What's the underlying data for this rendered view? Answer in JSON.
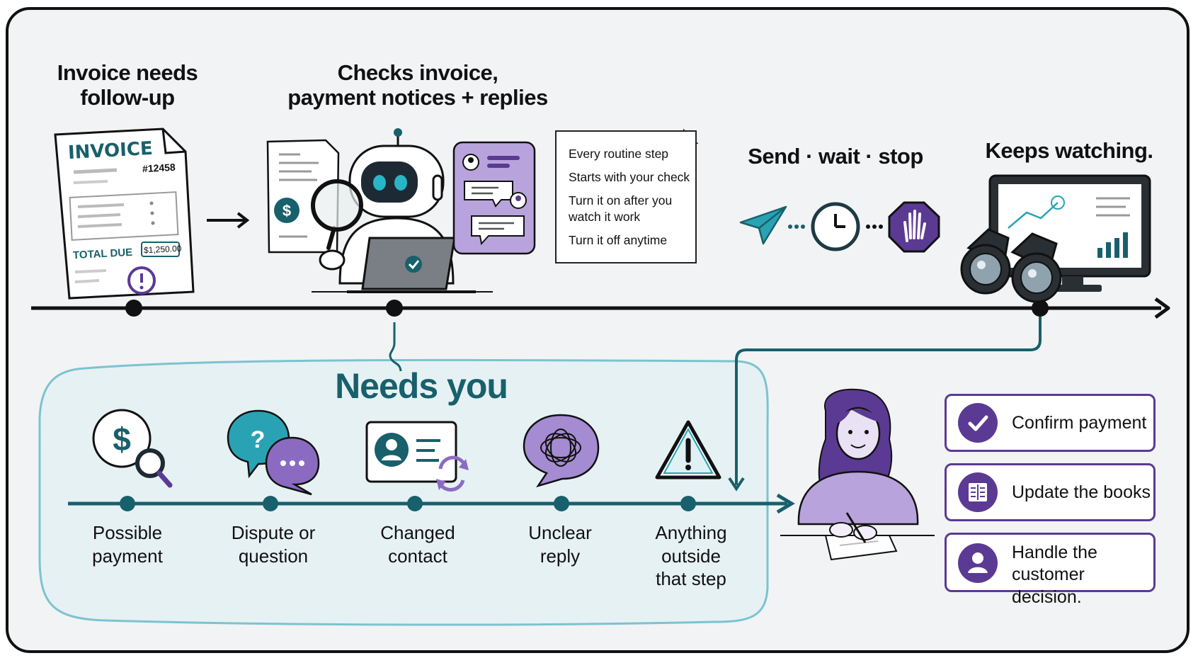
{
  "steps": {
    "invoice_title": "Invoice needs\nfollow-up",
    "check_title": "Checks invoice,\npayment notices + replies",
    "send_title": "Send · wait · stop",
    "watch_title": "Keeps watching."
  },
  "invoice": {
    "heading": "INVOICE",
    "number": "#12458",
    "total_label": "TOTAL DUE",
    "total_amount": "$1,250.00"
  },
  "note": {
    "lines": [
      "Every routine step",
      "Starts with your check",
      "Turn it on after you\nwatch it work",
      "Turn it off anytime"
    ]
  },
  "needs_you": {
    "title": "Needs you",
    "items": [
      {
        "label": "Possible\npayment",
        "icon": "dollar-magnifier-icon"
      },
      {
        "label": "Dispute or\nquestion",
        "icon": "question-chat-icon"
      },
      {
        "label": "Changed\ncontact",
        "icon": "contact-card-refresh-icon"
      },
      {
        "label": "Unclear\nreply",
        "icon": "tangled-speech-icon"
      },
      {
        "label": "Anything\noutside\nthat step",
        "icon": "warning-icon"
      }
    ]
  },
  "actions": [
    {
      "label": "Confirm payment",
      "icon": "check-circle-icon"
    },
    {
      "label": "Update the books",
      "icon": "ledger-book-icon"
    },
    {
      "label": "Handle the\ncustomer decision.",
      "icon": "person-icon"
    }
  ],
  "colors": {
    "teal": "#18606b",
    "purple": "#5b3a93",
    "light_purple": "#b9a3dc",
    "panel": "#e6f1f4",
    "panel_border": "#7cc3cf"
  }
}
